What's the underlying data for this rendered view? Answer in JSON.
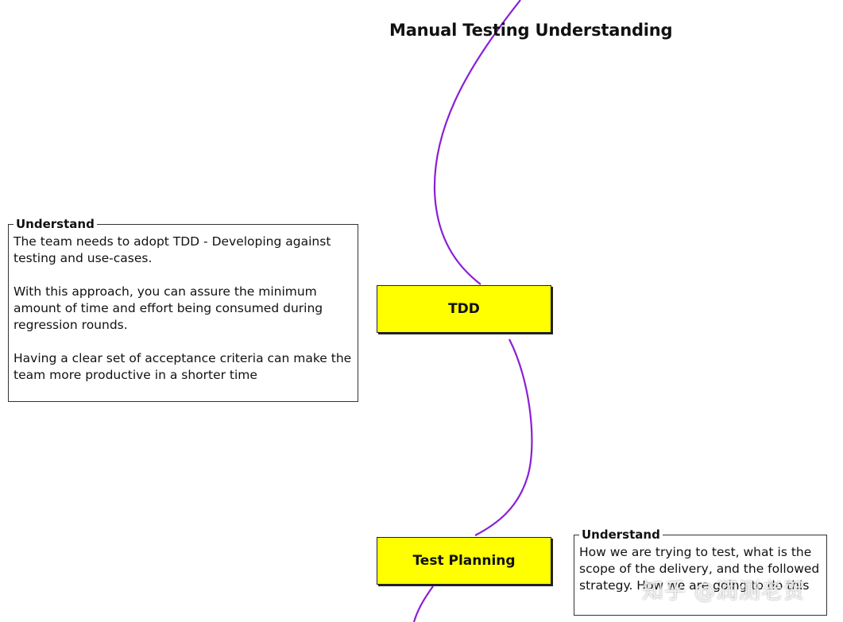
{
  "title": "Manual Testing Understanding",
  "colors": {
    "connector": "#8a1fd6",
    "node_fill": "#ffff00",
    "border": "#222222"
  },
  "nodes": [
    {
      "id": "tdd",
      "label": "TDD"
    },
    {
      "id": "test-planning",
      "label": "Test Planning"
    }
  ],
  "notes": [
    {
      "label": "Understand",
      "paragraphs": [
        "The team needs to adopt TDD - Developing against testing and use-cases.",
        "With this approach, you can assure the minimum amount of time and effort being consumed during regression rounds.",
        "Having a clear set of acceptance criteria can make the team more productive in a shorter time"
      ]
    },
    {
      "label": "Understand",
      "paragraphs": [
        "How we are trying to test, what is the scope of the delivery, and the followed strategy. How we are going to do this"
      ]
    }
  ],
  "watermark": "知乎 @润测老贺"
}
